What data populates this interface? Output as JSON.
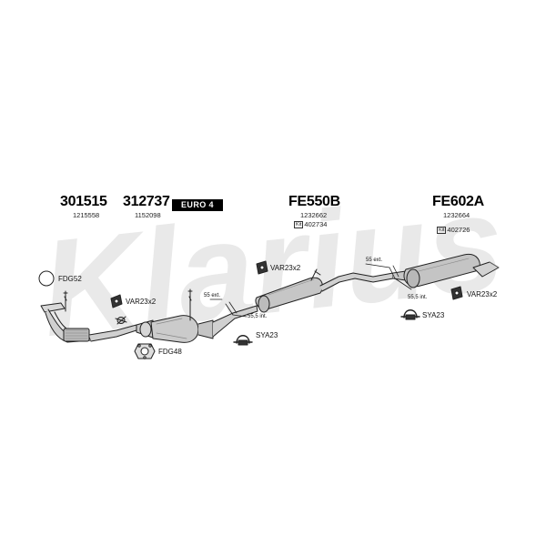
{
  "watermark": {
    "text": "Klarius",
    "color": "#e9e9e9"
  },
  "colors": {
    "line": "#222222",
    "fill": "#cfcfcf",
    "fill_dark": "#9a9a9a"
  },
  "parts": {
    "p1": {
      "number": "301515",
      "ref": "1215558"
    },
    "p2": {
      "number": "312737",
      "ref": "1152098",
      "badge": "EURO 4"
    },
    "p3": {
      "number": "FE550B",
      "ref": "1232662",
      "kit_tag": "Kit",
      "kit": "402734"
    },
    "p4": {
      "number": "FE602A",
      "ref": "1232664",
      "kit_tag": "Kit",
      "kit": "402726"
    }
  },
  "fittings": {
    "fdg52": "FDG52",
    "fdg48": "FDG48",
    "var1": "VAR23x2",
    "var2": "VAR23x2",
    "var3": "VAR23x2",
    "sya1": "SYA23",
    "sya2": "SYA23"
  },
  "joints": {
    "j1": "55 ext.",
    "j2": "55,5 int.",
    "j3": "55 ext.",
    "j4": "55,5 int."
  }
}
